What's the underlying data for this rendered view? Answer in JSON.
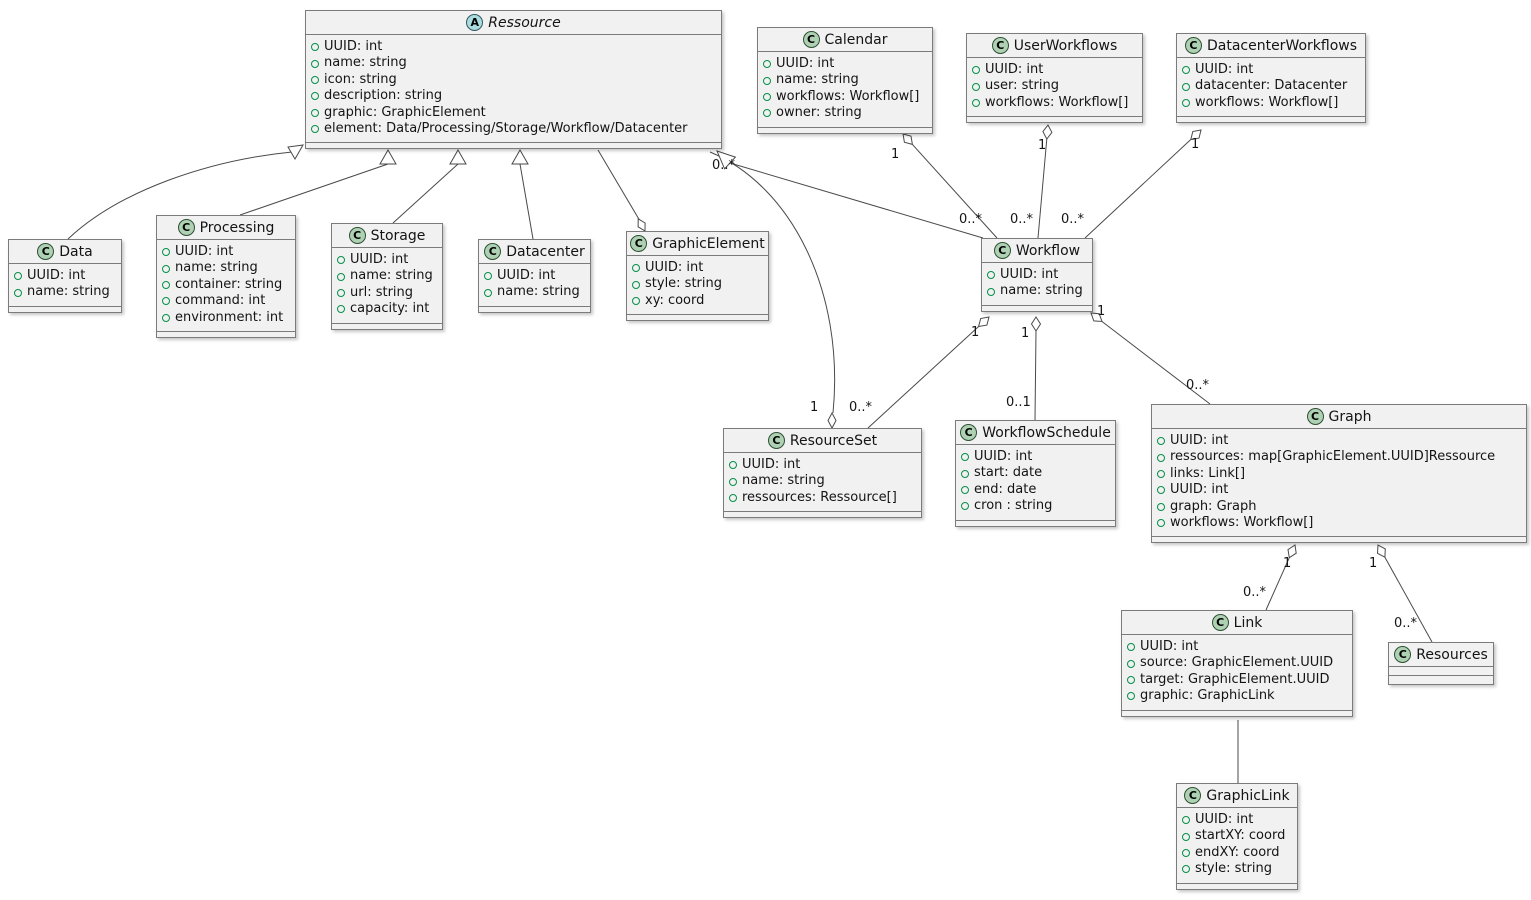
{
  "diagram": {
    "classes": [
      {
        "stereotype": "A",
        "name": "Ressource",
        "attributes": [
          "UUID: int",
          "name: string",
          "icon: string",
          "description: string",
          "graphic: GraphicElement",
          "element: Data/Processing/Storage/Workflow/Datacenter"
        ]
      },
      {
        "stereotype": "C",
        "name": "Calendar",
        "attributes": [
          "UUID: int",
          "name: string",
          "workflows: Workflow[]",
          "owner: string"
        ]
      },
      {
        "stereotype": "C",
        "name": "UserWorkflows",
        "attributes": [
          "UUID: int",
          "user: string",
          "workflows: Workflow[]"
        ]
      },
      {
        "stereotype": "C",
        "name": "DatacenterWorkflows",
        "attributes": [
          "UUID: int",
          "datacenter: Datacenter",
          "workflows: Workflow[]"
        ]
      },
      {
        "stereotype": "C",
        "name": "Data",
        "attributes": [
          "UUID: int",
          "name: string"
        ]
      },
      {
        "stereotype": "C",
        "name": "Processing",
        "attributes": [
          "UUID: int",
          "name: string",
          "container: string",
          "command: int",
          "environment: int"
        ]
      },
      {
        "stereotype": "C",
        "name": "Storage",
        "attributes": [
          "UUID: int",
          "name: string",
          "url: string",
          "capacity: int"
        ]
      },
      {
        "stereotype": "C",
        "name": "Datacenter",
        "attributes": [
          "UUID: int",
          "name: string"
        ]
      },
      {
        "stereotype": "C",
        "name": "GraphicElement",
        "attributes": [
          "UUID: int",
          "style: string",
          "xy: coord"
        ]
      },
      {
        "stereotype": "C",
        "name": "Workflow",
        "attributes": [
          "UUID: int",
          "name: string"
        ]
      },
      {
        "stereotype": "C",
        "name": "ResourceSet",
        "attributes": [
          "UUID: int",
          "name: string",
          "ressources: Ressource[]"
        ]
      },
      {
        "stereotype": "C",
        "name": "WorkflowSchedule",
        "attributes": [
          "UUID: int",
          "start: date",
          "end: date",
          "cron : string"
        ]
      },
      {
        "stereotype": "C",
        "name": "Graph",
        "attributes": [
          "UUID: int",
          "ressources: map[GraphicElement.UUID]Ressource",
          "links: Link[]",
          "UUID: int",
          "graph: Graph",
          "workflows: Workflow[]"
        ]
      },
      {
        "stereotype": "C",
        "name": "Link",
        "attributes": [
          "UUID: int",
          "source: GraphicElement.UUID",
          "target: GraphicElement.UUID",
          "graphic: GraphicLink"
        ]
      },
      {
        "stereotype": "C",
        "name": "Resources",
        "attributes": []
      },
      {
        "stereotype": "C",
        "name": "GraphicLink",
        "attributes": [
          "UUID: int",
          "startXY: coord",
          "endXY: coord",
          "style: string"
        ]
      }
    ],
    "edge_labels": [
      {
        "text": "0..*"
      },
      {
        "text": "1"
      },
      {
        "text": "1"
      },
      {
        "text": "1"
      },
      {
        "text": "0..*"
      },
      {
        "text": "0..*"
      },
      {
        "text": "0..*"
      },
      {
        "text": "1"
      },
      {
        "text": "1"
      },
      {
        "text": "1"
      },
      {
        "text": "1"
      },
      {
        "text": "0..*"
      },
      {
        "text": "0..1"
      },
      {
        "text": "0..*"
      },
      {
        "text": "1"
      },
      {
        "text": "1"
      },
      {
        "text": "0..*"
      },
      {
        "text": "0..*"
      }
    ],
    "relations": [
      {
        "from": "Data",
        "to": "Ressource",
        "type": "generalization"
      },
      {
        "from": "Processing",
        "to": "Ressource",
        "type": "generalization"
      },
      {
        "from": "Storage",
        "to": "Ressource",
        "type": "generalization"
      },
      {
        "from": "Datacenter",
        "to": "Ressource",
        "type": "generalization"
      },
      {
        "from": "Workflow",
        "to": "Ressource",
        "type": "generalization"
      },
      {
        "from": "Ressource",
        "to": "GraphicElement",
        "type": "aggregation",
        "diamond_end": "GraphicElement"
      },
      {
        "from": "Ressource",
        "to": "ResourceSet",
        "type": "aggregation",
        "diamond_end": "ResourceSet",
        "from_mult": "0..*",
        "to_mult": "1"
      },
      {
        "from": "Calendar",
        "to": "Workflow",
        "type": "aggregation",
        "diamond_end": "Calendar",
        "from_mult": "1",
        "to_mult": "0..*"
      },
      {
        "from": "UserWorkflows",
        "to": "Workflow",
        "type": "aggregation",
        "diamond_end": "UserWorkflows",
        "from_mult": "1",
        "to_mult": "0..*"
      },
      {
        "from": "DatacenterWorkflows",
        "to": "Workflow",
        "type": "aggregation",
        "diamond_end": "DatacenterWorkflows",
        "from_mult": "1",
        "to_mult": "0..*"
      },
      {
        "from": "Workflow",
        "to": "ResourceSet",
        "type": "aggregation",
        "diamond_end": "Workflow",
        "from_mult": "1",
        "to_mult": "0..*"
      },
      {
        "from": "Workflow",
        "to": "WorkflowSchedule",
        "type": "aggregation",
        "diamond_end": "Workflow",
        "from_mult": "1",
        "to_mult": "0..1"
      },
      {
        "from": "Workflow",
        "to": "Graph",
        "type": "aggregation",
        "diamond_end": "Workflow",
        "from_mult": "1",
        "to_mult": "0..*"
      },
      {
        "from": "Graph",
        "to": "Link",
        "type": "aggregation",
        "diamond_end": "Graph",
        "from_mult": "1",
        "to_mult": "0..*"
      },
      {
        "from": "Graph",
        "to": "Resources",
        "type": "aggregation",
        "diamond_end": "Graph",
        "from_mult": "1",
        "to_mult": "0..*"
      },
      {
        "from": "Link",
        "to": "GraphicLink",
        "type": "association"
      }
    ],
    "colors": {
      "class_circle": "#ADD1B2",
      "abstract_circle": "#A9DCDF",
      "field_dot": "#069048",
      "box_fill": "#F1F1F2",
      "box_border": "#7B7B7B",
      "line": "#4A4A4A"
    }
  }
}
